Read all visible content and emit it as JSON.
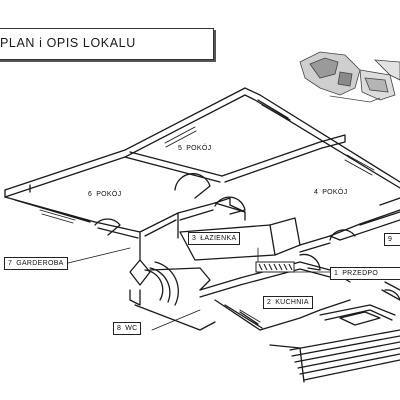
{
  "title": "PLAN i OPIS LOKALU",
  "rooms": [
    {
      "number": "1",
      "name": "PRZEDPO"
    },
    {
      "number": "2",
      "name": "KUCHNIA"
    },
    {
      "number": "3",
      "name": "ŁAZIENKA"
    },
    {
      "number": "4",
      "name": "POKÓJ"
    },
    {
      "number": "5",
      "name": "POKÓJ"
    },
    {
      "number": "6",
      "name": "POKÓJ"
    },
    {
      "number": "7",
      "name": "GARDEROBA"
    },
    {
      "number": "8",
      "name": "WC"
    },
    {
      "number": "9",
      "name": ""
    }
  ]
}
